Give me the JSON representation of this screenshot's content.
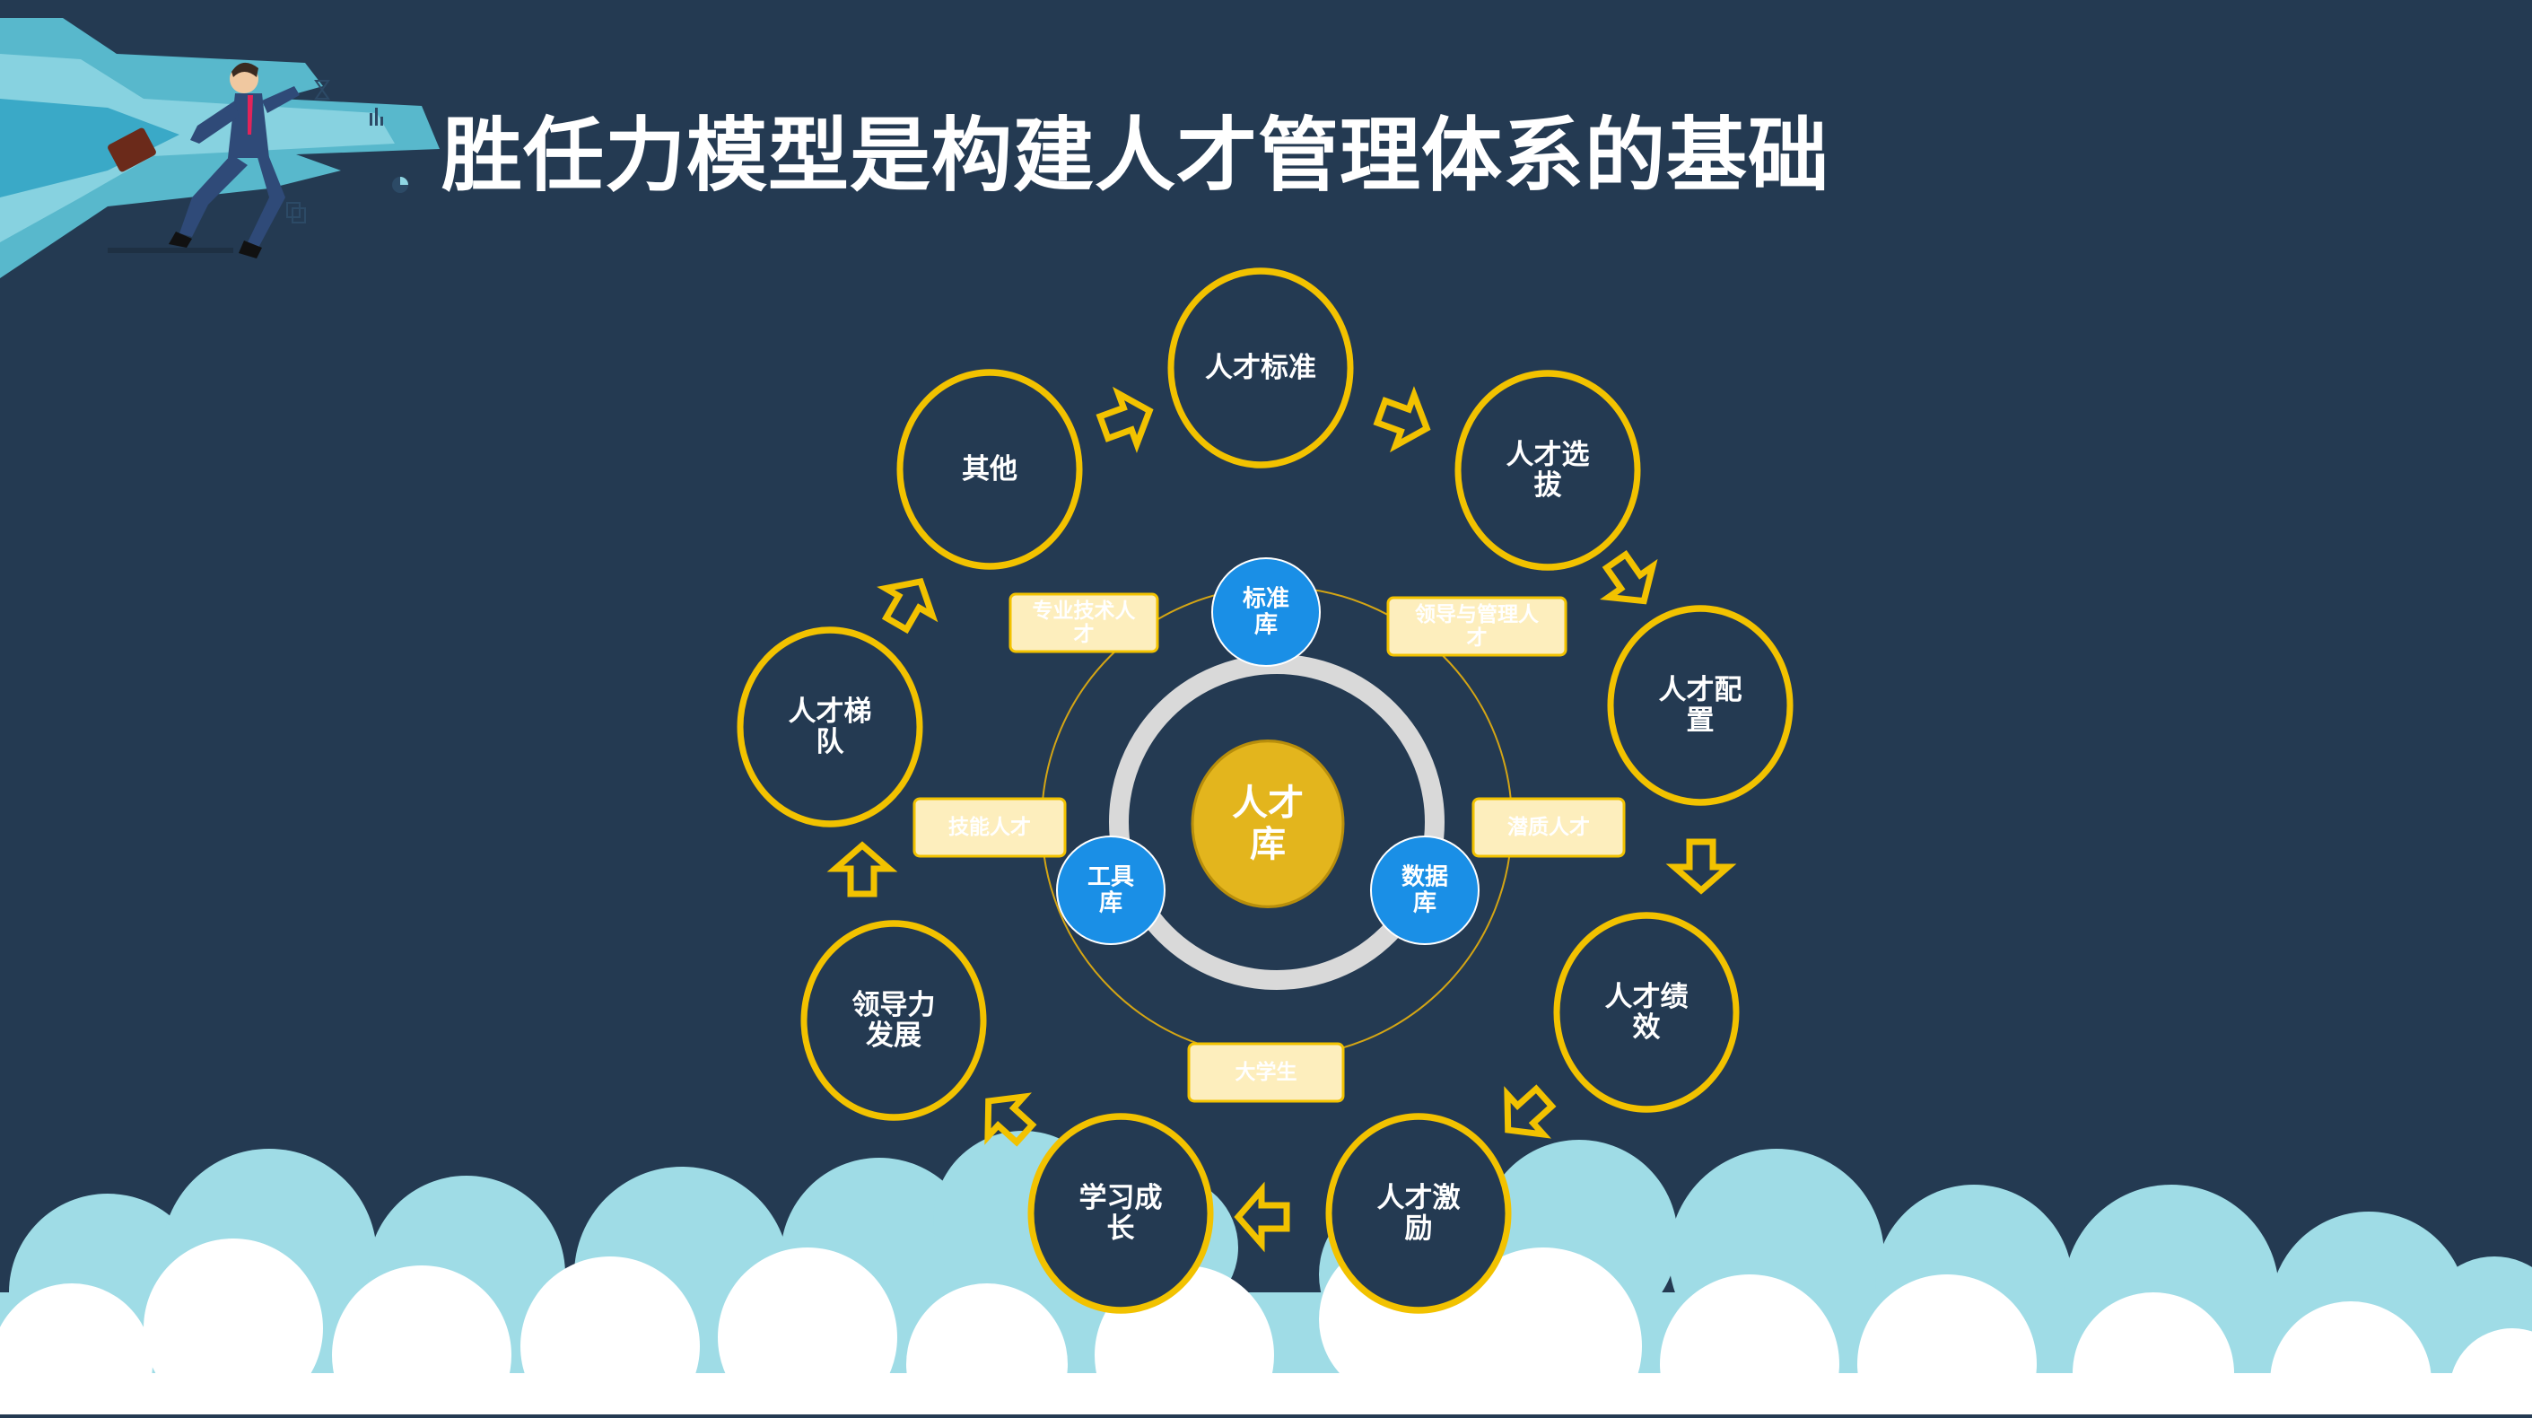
{
  "title": "胜任力模型是构建人才管理体系的基础",
  "center": {
    "lines": [
      "人才",
      "库"
    ]
  },
  "inner_nodes": [
    {
      "id": "standard",
      "lines": [
        "标准",
        "库"
      ]
    },
    {
      "id": "tool",
      "lines": [
        "工具",
        "库"
      ]
    },
    {
      "id": "data",
      "lines": [
        "数据",
        "库"
      ]
    }
  ],
  "talent_tags": [
    {
      "id": "professional",
      "lines": [
        "专业技术人",
        "才"
      ]
    },
    {
      "id": "leadership",
      "lines": [
        "领导与管理人",
        "才"
      ]
    },
    {
      "id": "skilled",
      "lines": [
        "技能人才"
      ]
    },
    {
      "id": "quality",
      "lines": [
        "潜质人才"
      ]
    },
    {
      "id": "graduates",
      "lines": [
        "大学生"
      ]
    }
  ],
  "cycle_nodes": [
    {
      "id": "talent-standard",
      "lines": [
        "人才标准"
      ]
    },
    {
      "id": "talent-selection",
      "lines": [
        "人才选",
        "拔"
      ]
    },
    {
      "id": "talent-allocation",
      "lines": [
        "人才配",
        "置"
      ]
    },
    {
      "id": "talent-performance",
      "lines": [
        "人才绩",
        "效"
      ]
    },
    {
      "id": "talent-incentive",
      "lines": [
        "人才激",
        "励"
      ]
    },
    {
      "id": "learning-growth",
      "lines": [
        "学习成",
        "长"
      ]
    },
    {
      "id": "leadership-development",
      "lines": [
        "领导力",
        "发展"
      ]
    },
    {
      "id": "talent-pipeline",
      "lines": [
        "人才梯",
        "队"
      ]
    },
    {
      "id": "other",
      "lines": [
        "其他"
      ]
    }
  ],
  "colors": {
    "background": "#243a52",
    "ring_yellow": "#f2c200",
    "center_fill": "#e3b51d",
    "inner_blue": "#1a8fe6",
    "tag_fill": "#fdeebd",
    "tag_border": "#f2c200",
    "cloud_blue": "#9fdce6",
    "cloud_white": "#ffffff"
  }
}
